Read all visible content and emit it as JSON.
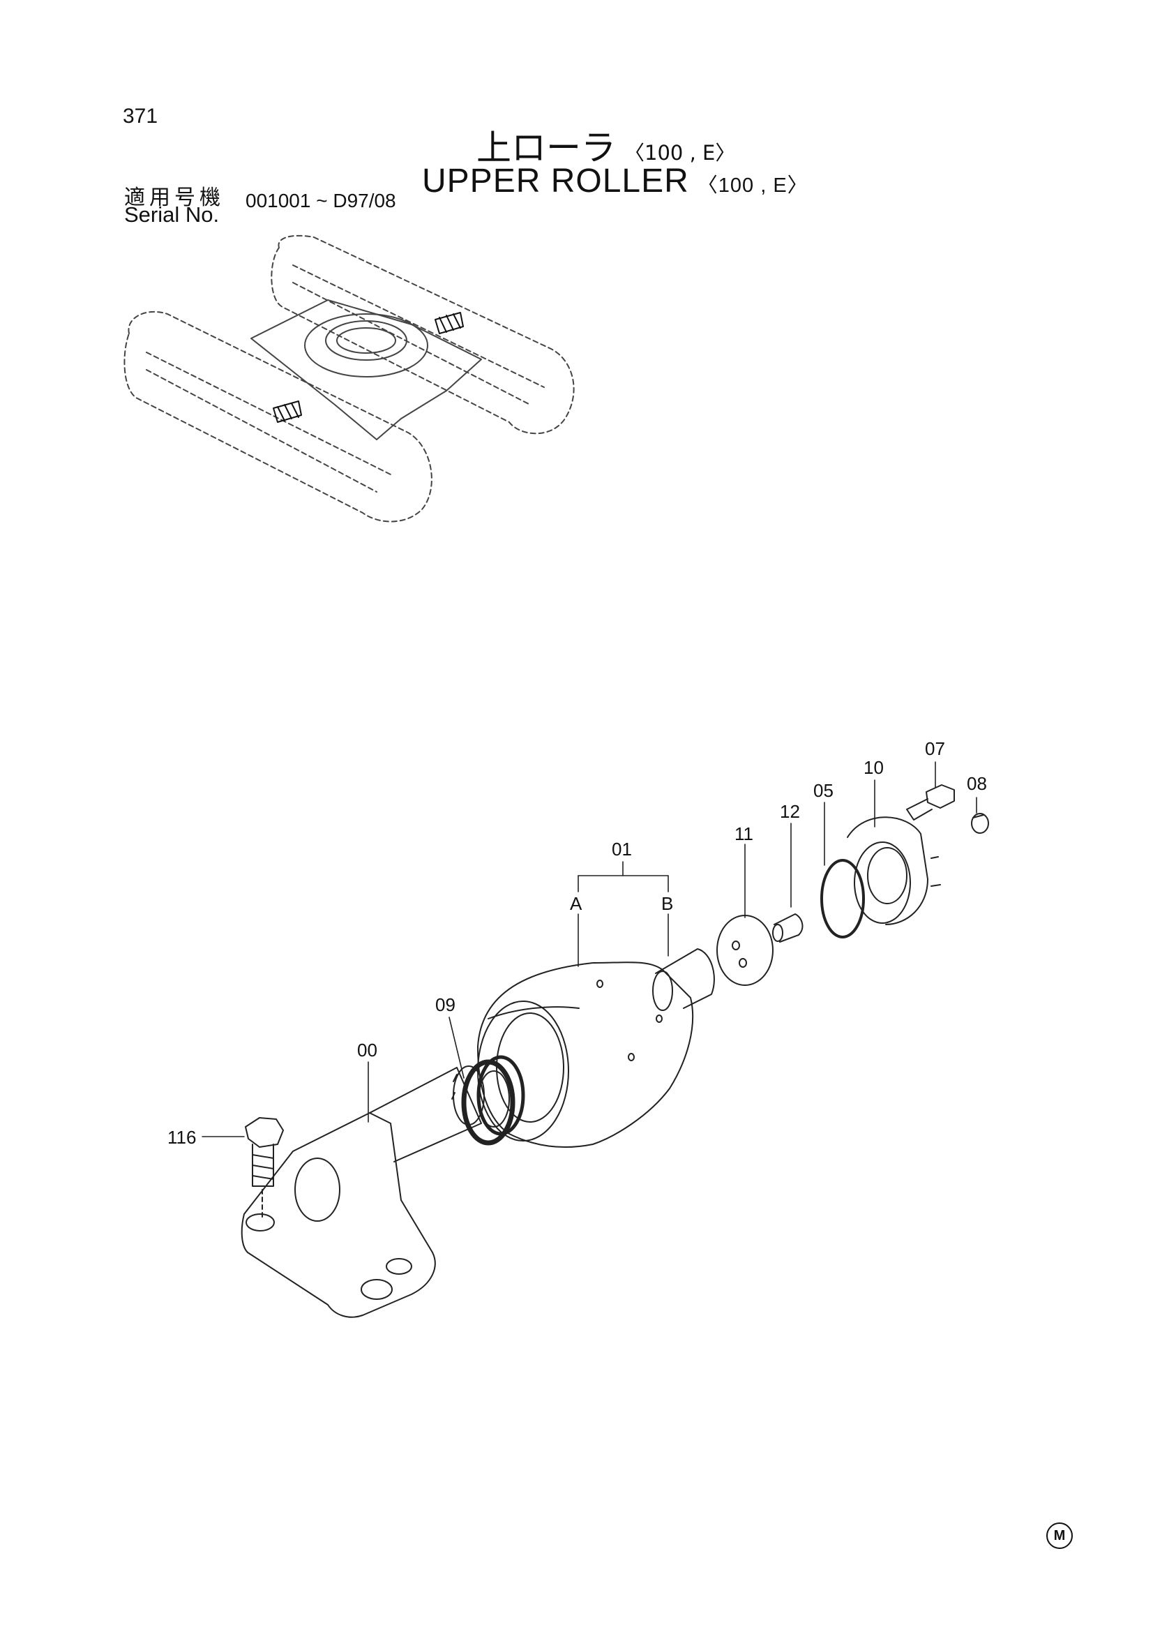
{
  "header": {
    "page_number": "371",
    "title_jp": "上ローラ",
    "title_en": "UPPER ROLLER",
    "variant": "〈100 , E〉",
    "serial_label_jp": "適用号機",
    "serial_label_en": "Serial No.",
    "serial_range": "001001 ~ D97/08"
  },
  "callouts": {
    "c00": "00",
    "c01": "01",
    "cA": "A",
    "cB": "B",
    "c05": "05",
    "c07": "07",
    "c08": "08",
    "c09": "09",
    "c10": "10",
    "c11": "11",
    "c12": "12",
    "c116": "116"
  },
  "footer": {
    "mark": "M"
  }
}
